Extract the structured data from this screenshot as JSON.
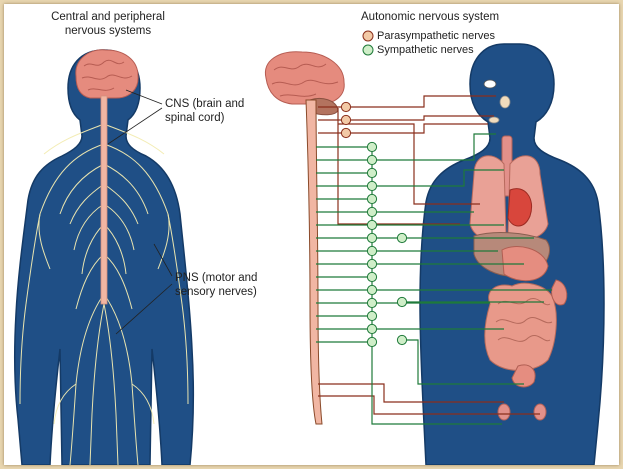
{
  "left_panel": {
    "title_line1": "Central and peripheral",
    "title_line2": "nervous systems",
    "cns_line1": "CNS (brain and",
    "cns_line2": "spinal cord)",
    "pns_line1": "PNS (motor and",
    "pns_line2": "sensory nerves)"
  },
  "right_panel": {
    "title": "Autonomic nervous system",
    "legend": [
      {
        "label": "Parasympathetic nerves",
        "color": "#f2c9a6"
      },
      {
        "label": "Sympathetic nerves",
        "color": "#cfeec8"
      }
    ]
  },
  "colors": {
    "body_blue": "#1f4f86",
    "body_edge": "#143a66",
    "nerve_yellow": "#f3ecb2",
    "spinal_pink": "#f1b6a3",
    "brain_pink": "#e58b7e",
    "parasympathetic_line": "#8a2f1c",
    "sympathetic_line": "#1f7a3a",
    "organ_pink": "#e48a78",
    "frame_bg": "#e8d6b0"
  }
}
